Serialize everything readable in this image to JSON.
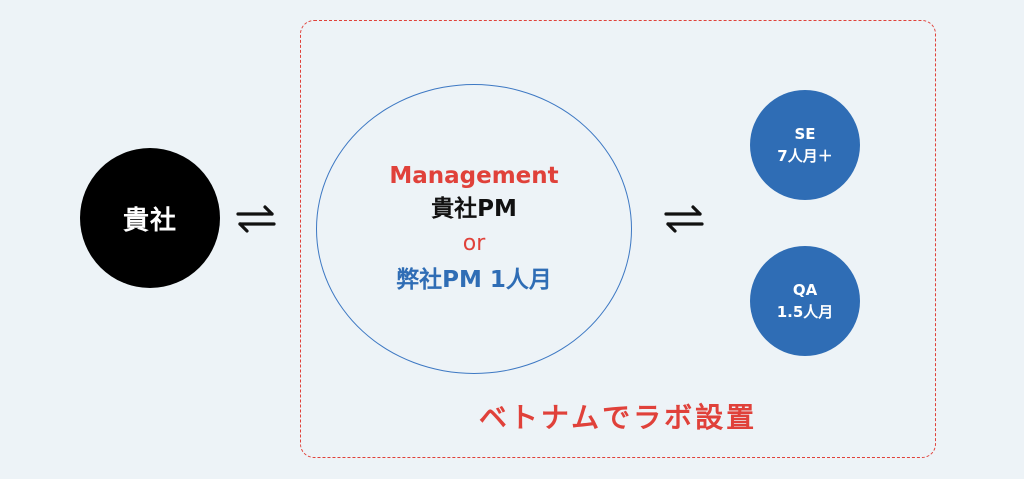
{
  "diagram": {
    "client": {
      "label": "貴社"
    },
    "management": {
      "title": "Management",
      "client_pm": "貴社PM",
      "or": "or",
      "our_pm": "弊社PM 1人月"
    },
    "roles": [
      {
        "name": "SE",
        "amount": "7人月＋"
      },
      {
        "name": "QA",
        "amount": "1.5人月"
      }
    ],
    "lab_caption": "ベトナムでラボ設置",
    "colors": {
      "accent_red": "#e0413a",
      "accent_blue": "#2f6db5",
      "client_black": "#000000",
      "background": "#edf3f7"
    },
    "icons": {
      "connector": "bidirectional-arrow-icon"
    }
  }
}
